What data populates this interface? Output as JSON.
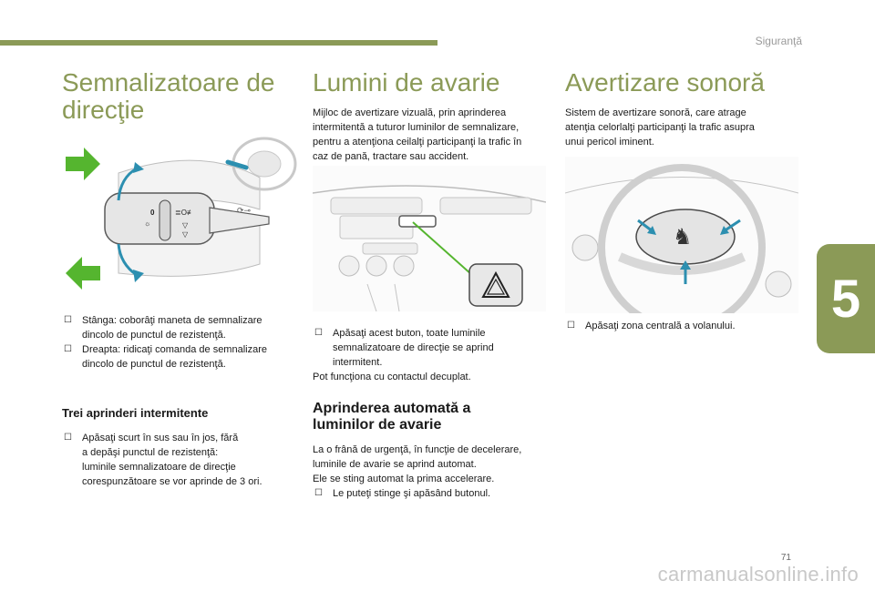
{
  "header": {
    "section": "Siguranţă"
  },
  "chapter": {
    "number": "5"
  },
  "footer": {
    "page_number": "71",
    "watermark": "carmanualsonline.info"
  },
  "col1": {
    "title_line1": "Semnalizatoare de",
    "title_line2": "direcţie",
    "bullets": [
      {
        "line1": "Stânga: coborâţi maneta de semnalizare",
        "line2": "dincolo de punctul de rezistenţă."
      },
      {
        "line1": "Dreapta: ridicaţi comanda de semnalizare",
        "line2": "dincolo de punctul de rezistenţă."
      }
    ],
    "subhead": "Trei aprinderi intermitente",
    "bullet3": {
      "line1": "Apăsaţi scurt în sus sau în jos, fără",
      "line2": "a depăşi punctul de rezistenţă:",
      "line3": "luminile semnalizatoare de direcţie",
      "line4": "corespunzătoare se vor aprinde de 3 ori."
    }
  },
  "col2": {
    "title": "Lumini de avarie",
    "intro": [
      "Mijloc de avertizare vizuală, prin aprinderea",
      "intermitentă a tuturor luminilor de semnalizare,",
      "pentru a atenţiona ceilalţi participanţi la trafic în",
      "caz de pană, tractare sau accident."
    ],
    "bullet": {
      "line1": "Apăsaţi acest buton, toate luminile",
      "line2": "semnalizatoare de direcţie se aprind",
      "line3": "intermitent."
    },
    "note": "Pot funcţiona cu contactul decuplat.",
    "subhead_line1": "Aprinderea automată a",
    "subhead_line2": "luminilor de avarie",
    "auto": [
      "La o frână de urgenţă, în funcţie de decelerare,",
      "luminile de avarie se aprind automat.",
      "Ele se sting automat la prima accelerare."
    ],
    "bullet2": "Le puteţi stinge şi apăsând butonul."
  },
  "col3": {
    "title": "Avertizare sonoră",
    "intro": [
      "Sistem de avertizare sonoră, care atrage",
      "atenţia celorlalţi participanţi la trafic asupra",
      "unui pericol iminent."
    ],
    "bullet": "Apăsaţi zona centrală a volanului."
  },
  "icons": {
    "bullet": "checkbox-bullet-icon"
  },
  "colors": {
    "accent": "#8b9a57",
    "arrow_green": "#55b52f",
    "arrow_blue": "#2c8fb0"
  }
}
